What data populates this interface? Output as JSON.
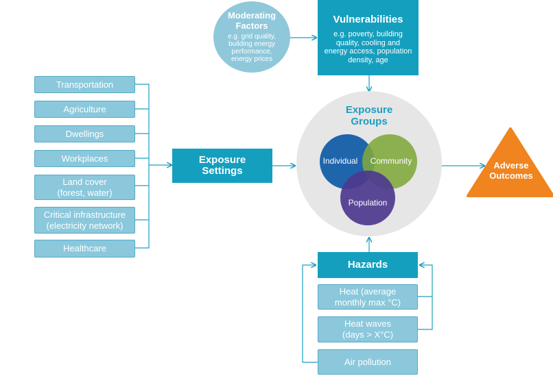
{
  "moderating_factors": {
    "title": "Moderating\nFactors",
    "body": "e.g. grid quality,\nbuilding energy\nperformance,\nenergy prices"
  },
  "vulnerabilities": {
    "title": "Vulnerabilities",
    "body": "e.g. poverty, building\nquality, cooling and\nenergy access, population\ndensity, age"
  },
  "exposure_settings": {
    "title": "Exposure\nSettings",
    "items": [
      "Transportation",
      "Agriculture",
      "Dwellings",
      "Workplaces",
      "Land cover\n(forest, water)",
      "Critical infrastructure\n(electricity network)",
      "Healthcare"
    ]
  },
  "exposure_groups": {
    "title": "Exposure\nGroups",
    "individual": "Individual",
    "community": "Community",
    "population": "Population"
  },
  "adverse_outcomes": "Adverse\nOutcomes",
  "hazards": {
    "title": "Hazards",
    "items": [
      "Heat (average\nmonthly max °C)",
      "Heat waves\n(days > X°C)",
      "Air pollution"
    ]
  },
  "colors": {
    "dark_teal": "#159fbf",
    "light_teal": "#8bc8dc",
    "circle_gray": "#e6e6e6",
    "individual": "#0e5aa6",
    "community": "#7fa83a",
    "population": "#4e3a8f",
    "outcomes": "#f0841f",
    "moderating": "#8fc8da"
  }
}
